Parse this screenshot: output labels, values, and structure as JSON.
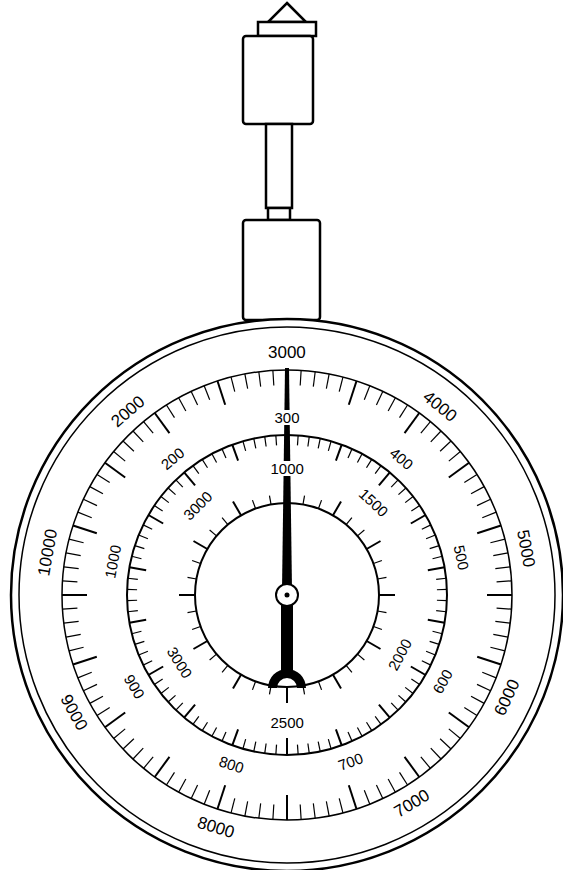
{
  "diagram": {
    "labels": [
      "3000",
      "4000",
      "5000",
      "6000",
      "7000",
      "8000",
      "9000",
      "10000",
      "2000",
      "300",
      "400",
      "500",
      "600",
      "700",
      "800",
      "900",
      "1000",
      "200",
      "1000",
      "1500",
      "2000",
      "2500",
      "3000",
      "3000"
    ]
  }
}
